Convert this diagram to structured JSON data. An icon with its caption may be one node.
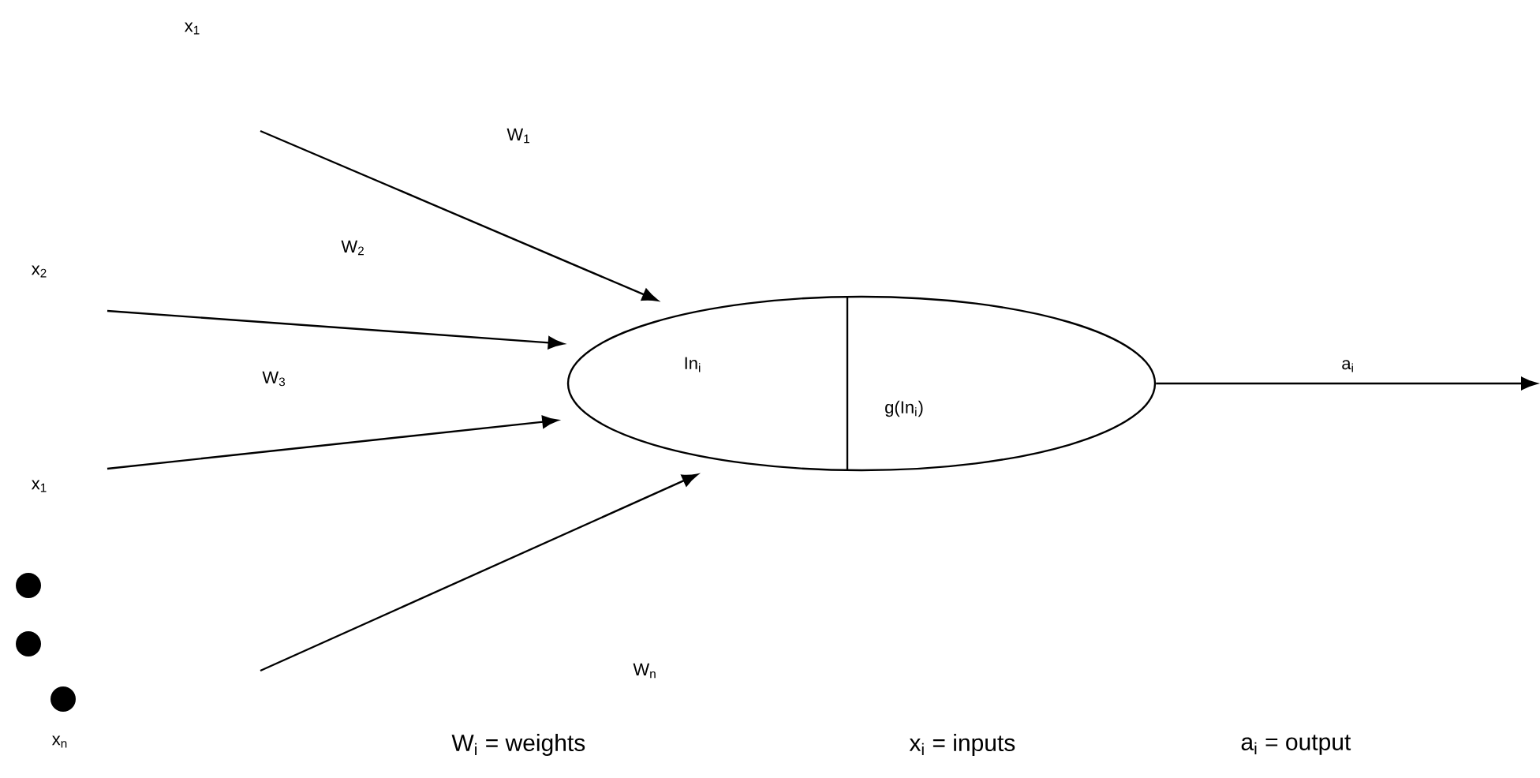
{
  "diagram": {
    "nodes": [
      {
        "text": [
          "In$_{i}$",
          "g(In$_{i}$)"
        ]
      },
      {
        "text": [
          "x$_{1}$"
        ]
      },
      {
        "text": [
          "x$_{2}$"
        ]
      },
      {
        "text": [
          "x$_{1}$"
        ]
      },
      {
        "text": [
          "x$_{n}$"
        ]
      }
    ],
    "edges": [
      {
        "from": 1,
        "to": 0,
        "arrow": "to"
      },
      {
        "from": 2,
        "to": 0,
        "arrow": "to"
      },
      {
        "from": 3,
        "to": 0,
        "arrow": "to"
      },
      {
        "from": null,
        "to": 0,
        "arrow": "to"
      },
      {
        "from": 0,
        "to": null,
        "arrow": "to",
        "label": "a$_{i}$"
      }
    ],
    "labels": [
      "W$_{1}$",
      "W$_{2}$",
      "W$_{3}$",
      "W$_{n}$",
      "W$_{i}$ = weights",
      "x$_{i}$ = inputs",
      "a$_{i}$ = output"
    ]
  }
}
